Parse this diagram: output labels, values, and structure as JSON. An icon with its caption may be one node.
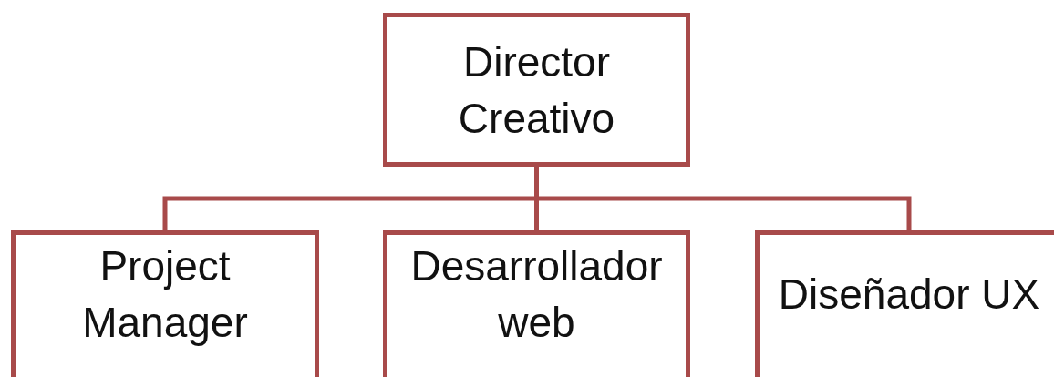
{
  "diagram": {
    "nodes": [
      {
        "text": [
          "Director Creativo"
        ]
      },
      {
        "text": [
          "Project Manager"
        ]
      },
      {
        "text": [
          "Desarrollador web"
        ]
      },
      {
        "text": [
          "Diseñador UX"
        ]
      }
    ],
    "edges": [
      {
        "from": 0,
        "to": 1,
        "arrow": "none"
      },
      {
        "from": 0,
        "to": 2,
        "arrow": "none"
      },
      {
        "from": 0,
        "to": 3,
        "arrow": "none"
      }
    ]
  }
}
